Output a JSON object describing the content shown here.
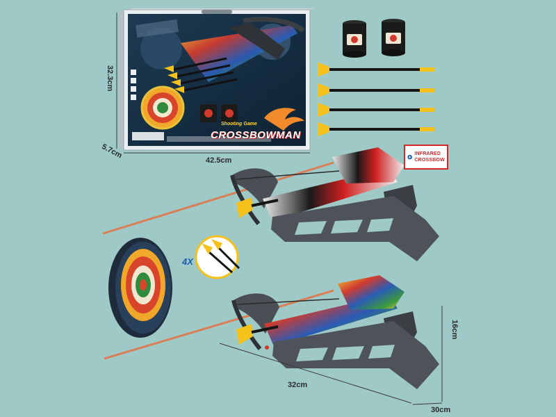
{
  "product": {
    "box_title": "CROSSBOWMAN",
    "box_subtitle": "Shooting Game",
    "badge_line1": "INFRARED",
    "badge_line2": "CROSSBOW",
    "arrow_quantity": "4X"
  },
  "dimensions": {
    "box_width": "42.5cm",
    "box_height": "32.3cm",
    "box_depth": "5.7cm",
    "crossbow_length": "32cm",
    "crossbow_height": "16cm",
    "crossbow_depth": "30cm"
  },
  "colors": {
    "background": "#9ec9c6",
    "crossbow_body": "#4a4f55",
    "laser": "#e0764a",
    "suction_cup": "#f4c21a",
    "arrow_shaft": "#151515",
    "badge_red": "#d62828",
    "target_red": "#d8452a",
    "target_green": "#2f8a3e"
  }
}
